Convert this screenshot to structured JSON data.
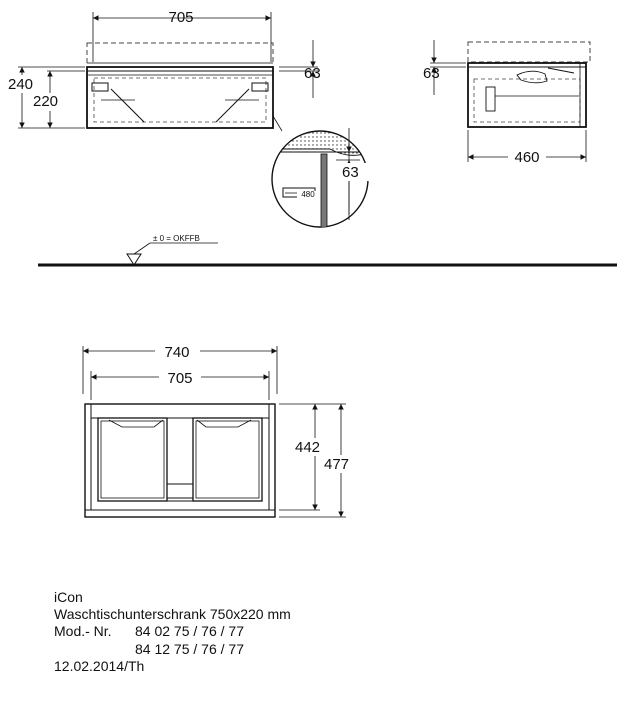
{
  "top_view": {
    "dims": {
      "width_inner": "705",
      "height_total": "240",
      "height_body": "220",
      "gap": "63"
    }
  },
  "side_view": {
    "dims": {
      "gap": "63",
      "depth": "460"
    }
  },
  "detail_view": {
    "dims": {
      "gap": "63"
    },
    "fixing_label": "480"
  },
  "floor_marker": "± 0 = OKFFB",
  "front_view": {
    "dims": {
      "width_outer": "740",
      "width_inner": "705",
      "height_body": "442",
      "height_total": "477"
    }
  },
  "info_block": {
    "series": "iCon",
    "product": "Waschtischunterschrank 750x220 mm",
    "model_label": "Mod.- Nr.",
    "models": [
      "84 02 75 / 76 / 77",
      "84 12 75 / 76 / 77"
    ],
    "date": "12.02.2014/Th"
  }
}
